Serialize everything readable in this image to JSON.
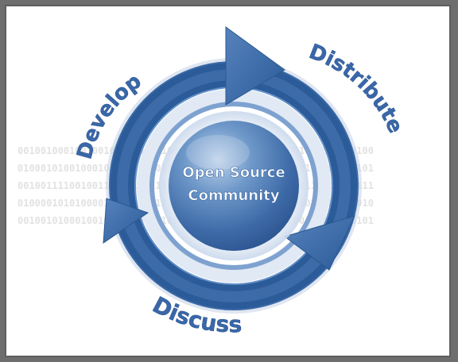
{
  "diagram": {
    "center_line1": "Open Source",
    "center_line2": "Community",
    "label_develop": "Develop",
    "label_distribute": "Distribute",
    "label_discuss": "Discuss",
    "binary_rows": [
      "00100100010010010001001001000100100100010010010001001001000100",
      "01000101001000101001000101001000101001000101001000101001000101",
      "00100111100100111100100111100100111100100111100100111100100111",
      "01000010101000010101000010101000010101000010101000010101000010",
      "00100101000100101000100101000100101000100101000100101000100101"
    ],
    "colors": {
      "ring_dark": "#2f5f9c",
      "ring_mid": "#4d7cb8",
      "ring_light": "#dbe6f3",
      "text_blue": "#3a67a8",
      "binary": "#e6e6e6"
    }
  }
}
